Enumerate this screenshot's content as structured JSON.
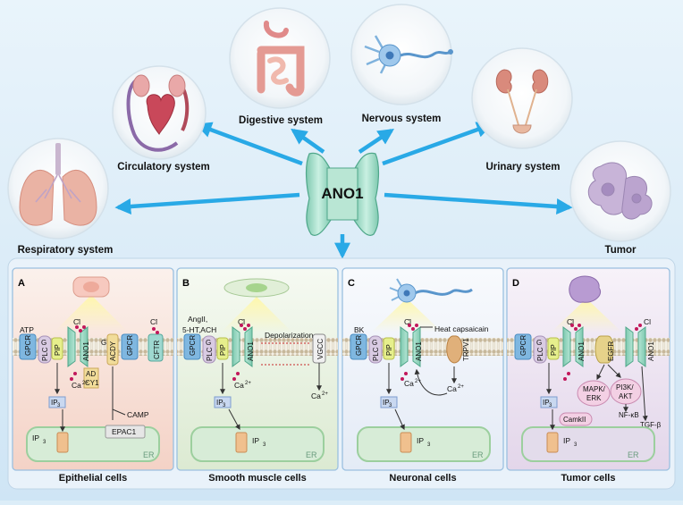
{
  "center": {
    "label": "ANO1"
  },
  "systems": [
    {
      "id": "respiratory",
      "label": "Respiratory system"
    },
    {
      "id": "circulatory",
      "label": "Circulatory system"
    },
    {
      "id": "digestive",
      "label": "Digestive system"
    },
    {
      "id": "nervous",
      "label": "Nervous system"
    },
    {
      "id": "urinary",
      "label": "Urinary system"
    },
    {
      "id": "tumor",
      "label": "Tumor"
    }
  ],
  "panels": [
    {
      "letter": "A",
      "caption": "Epithelial cells",
      "labels": {
        "atp": "ATP",
        "gpcr1": "GPCR",
        "g1": "G",
        "plc": "PLC",
        "pip2": "PIP",
        "cl1": "Cl",
        "ano1": "ANO1",
        "adcy1a": "AD",
        "adcy1b": "CY1",
        "g2": "G",
        "acdy": "ACDY",
        "gpcr2": "GPCR",
        "cl2": "Cl",
        "cftr": "CFTR",
        "ip3": "IP",
        "ca": "Ca",
        "camp": "CAMP",
        "epac": "EPAC1",
        "ip3r": "IP",
        "er": "ER"
      }
    },
    {
      "letter": "B",
      "caption": "Smooth muscle cells",
      "labels": {
        "ago1": "AngII,",
        "ago2": "5-HT,ACH",
        "gpcr": "GPCR",
        "g": "G",
        "plc": "PLC",
        "pip2": "PIP",
        "cl": "Cl",
        "ano1": "ANO1",
        "depol": "Depolarization",
        "vgcc": "VGCC",
        "ca": "Ca",
        "ca2": "Ca",
        "ip3": "IP",
        "ip3r": "IP",
        "er": "ER"
      }
    },
    {
      "letter": "C",
      "caption": "Neuronal cells",
      "labels": {
        "bk": "BK",
        "gpcr": "GPCR",
        "g": "G",
        "plc": "PLC",
        "pip2": "PIP",
        "cl": "Cl",
        "ano1": "ANO1",
        "heat": "Heat capsaicain",
        "trpv1": "TRPV1",
        "ca": "Ca",
        "ca2": "Ca",
        "ip3": "IP",
        "ip3r": "IP",
        "er": "ER"
      }
    },
    {
      "letter": "D",
      "caption": "Tumor cells",
      "labels": {
        "gpcr": "GPCR",
        "g": "G",
        "plc": "PLC",
        "pip2": "PIP",
        "cl1": "Cl",
        "ano1": "ANO1",
        "egfr": "EGFR",
        "cl2": "Cl",
        "ano1b": "ANO1",
        "mapk1": "MAPK/",
        "mapk2": "ERK",
        "pi3k1": "PI3K/",
        "pi3k2": "AKT",
        "nfkb": "NF-κB",
        "tgfb": "TGF-β",
        "camk": "CamkII",
        "ip3": "IP",
        "ip3r": "IP",
        "er": "ER"
      }
    }
  ],
  "colors": {
    "arrow": "#29a9e6",
    "channel": "#a8dcc8",
    "panel_a": "#f6d9cf",
    "panel_b": "#e4eedc",
    "panel_c": "#ecf0f8",
    "panel_d": "#ece2f0"
  }
}
